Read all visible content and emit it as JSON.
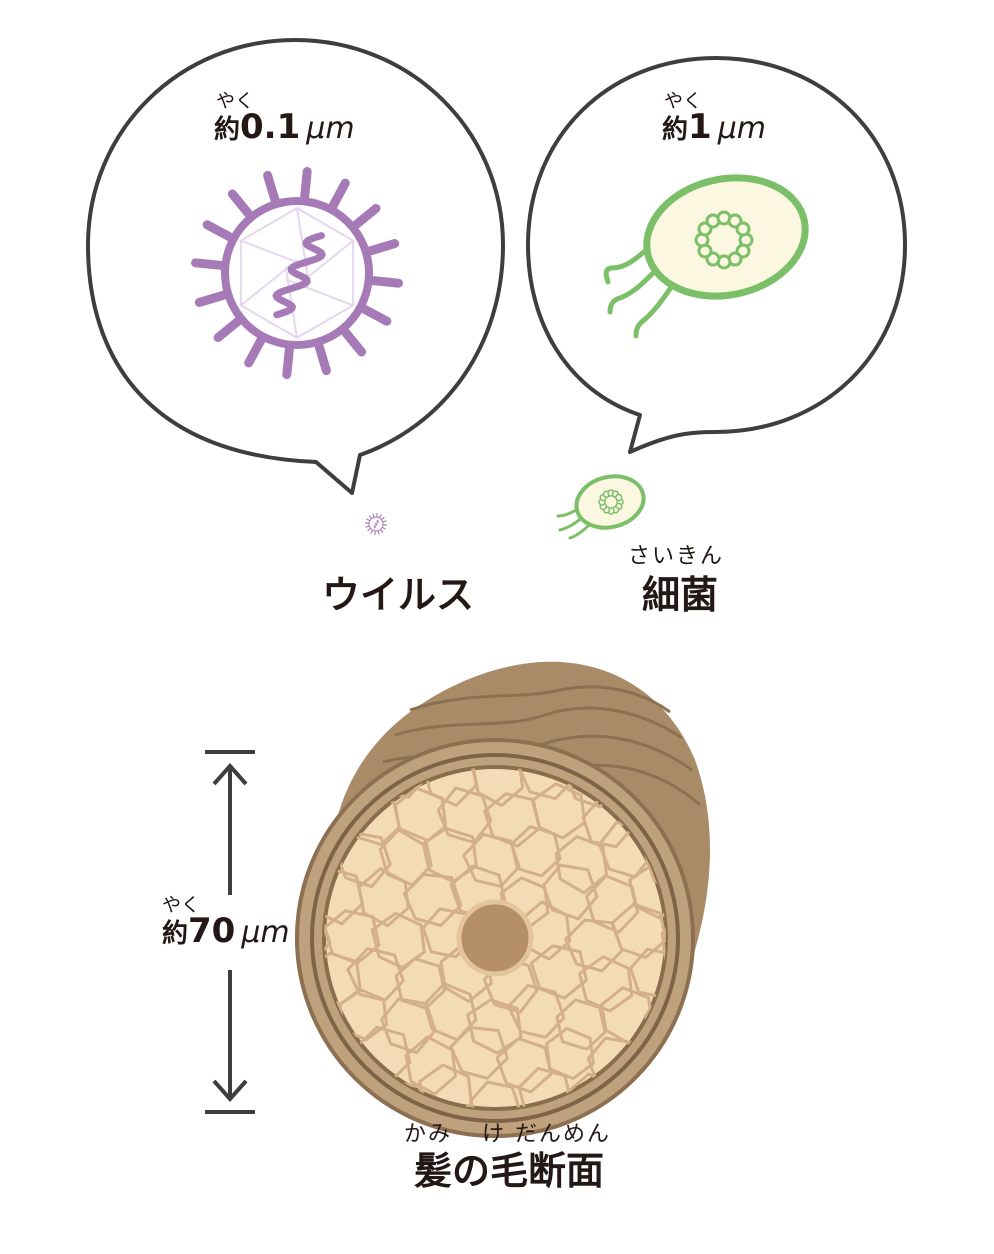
{
  "virus_bubble": {
    "reading": "やく",
    "prefix": "約",
    "value": "0.1",
    "unit": "μm"
  },
  "bacteria_bubble": {
    "reading": "やく",
    "prefix": "約",
    "value": "1",
    "unit": "μm"
  },
  "virus_label": {
    "text": "ウイルス"
  },
  "bacteria_label": {
    "reading": "さいきん",
    "text": "細菌"
  },
  "hair_measure": {
    "reading": "やく",
    "prefix": "約",
    "value": "70",
    "unit": "μm"
  },
  "hair_label": {
    "reading_1": "かみ",
    "reading_2": "け だんめん",
    "text": "髪の毛断面"
  },
  "colors": {
    "virus": "#a57ab6",
    "bacteria_wall": "#7cbf69",
    "bacteria_fill": "#fbf7e1",
    "hair_outer": "#a98b67",
    "hair_core": "#f3dcb5",
    "hair_cells": "#d4b08a",
    "hair_medulla": "#b58f66",
    "bubble_line": "#3e3e3e",
    "arrow": "#3e3e3e"
  },
  "icons": [
    "virus-icon",
    "bacteria-icon",
    "hair-cross-section-icon",
    "double-arrow-icon"
  ]
}
